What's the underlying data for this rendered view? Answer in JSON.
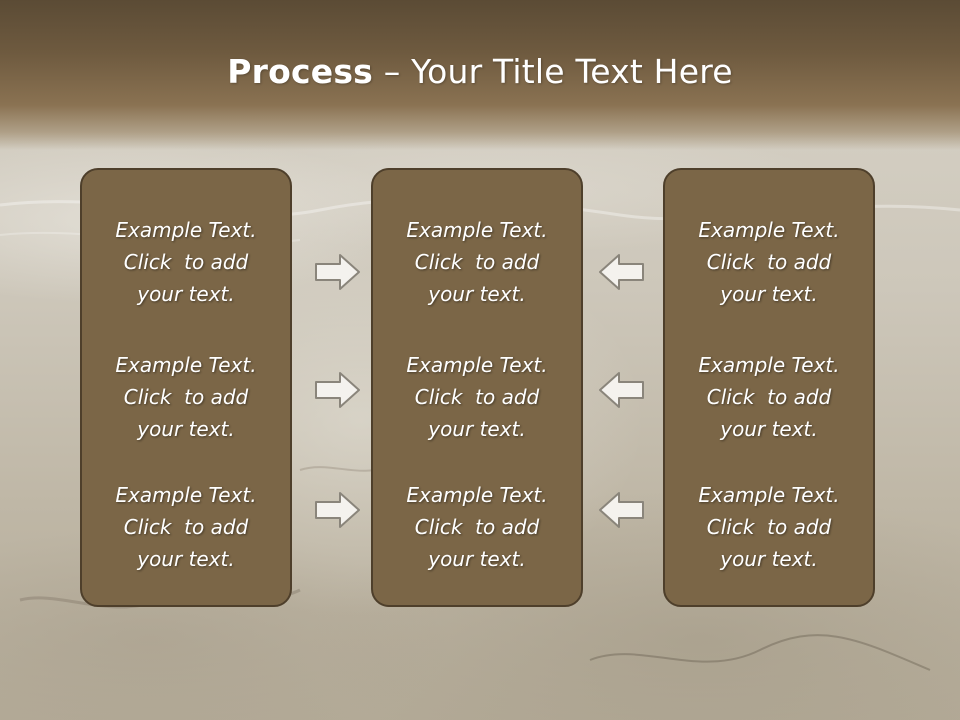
{
  "slide": {
    "title_bold": "Process",
    "title_rest": " – Your Title Text Here"
  },
  "columns": [
    {
      "id": "left",
      "items": [
        {
          "line1": "Example Text.",
          "line2": "Click  to add",
          "line3": "your text."
        },
        {
          "line1": "Example Text.",
          "line2": "Click  to add",
          "line3": "your text."
        },
        {
          "line1": "Example Text.",
          "line2": "Click  to add",
          "line3": "your text."
        }
      ]
    },
    {
      "id": "center",
      "items": [
        {
          "line1": "Example Text.",
          "line2": "Click  to add",
          "line3": "your text."
        },
        {
          "line1": "Example Text.",
          "line2": "Click  to add",
          "line3": "your text."
        },
        {
          "line1": "Example Text.",
          "line2": "Click  to add",
          "line3": "your text."
        }
      ]
    },
    {
      "id": "right",
      "items": [
        {
          "line1": "Example Text.",
          "line2": "Click  to add",
          "line3": "your text."
        },
        {
          "line1": "Example Text.",
          "line2": "Click  to add",
          "line3": "your text."
        },
        {
          "line1": "Example Text.",
          "line2": "Click  to add",
          "line3": "your text."
        }
      ]
    }
  ],
  "arrows": {
    "left_side": "arrow-right-icon",
    "right_side": "arrow-left-icon"
  },
  "colors": {
    "box_fill": "#7b6647",
    "box_border": "#4e3f2b",
    "title_band": "#6e5a3f",
    "text": "#ffffff"
  }
}
